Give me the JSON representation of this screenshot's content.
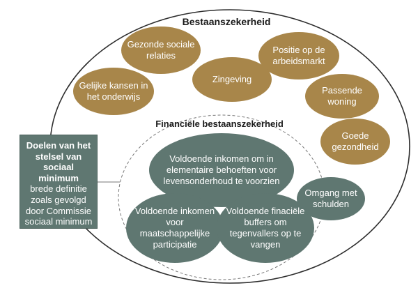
{
  "outer": {
    "title": "Bestaanszekerheid"
  },
  "outer_items": [
    {
      "label": "Gezonde sociale relaties"
    },
    {
      "label": "Positie op de arbeidsmarkt"
    },
    {
      "label": "Zingeving"
    },
    {
      "label": "Gelijke kansen in het onderwijs"
    },
    {
      "label": "Passende woning"
    },
    {
      "label": "Goede gezondheid"
    }
  ],
  "inner": {
    "title": "Financiële bestaanszekerheid"
  },
  "inner_items": [
    {
      "label": "Voldoende inkomen om in elementaire behoeften voor levensonderhoud te voorzien"
    },
    {
      "label": "Voldoende inkomen voor maatschappelijke participatie"
    },
    {
      "label": "Voldoende finaciële buffers om tegenvallers op te vangen"
    }
  ],
  "debt": {
    "label": "Omgang met schulden"
  },
  "side_box": {
    "bold": "Doelen van het stelsel van sociaal minimum",
    "text": "brede definitie zoals gevolgd door Commissie sociaal minimum"
  },
  "colors": {
    "gold": "#a8864a",
    "green": "#5f7771",
    "outline": "#2d2d2d",
    "dashed": "#777777"
  }
}
